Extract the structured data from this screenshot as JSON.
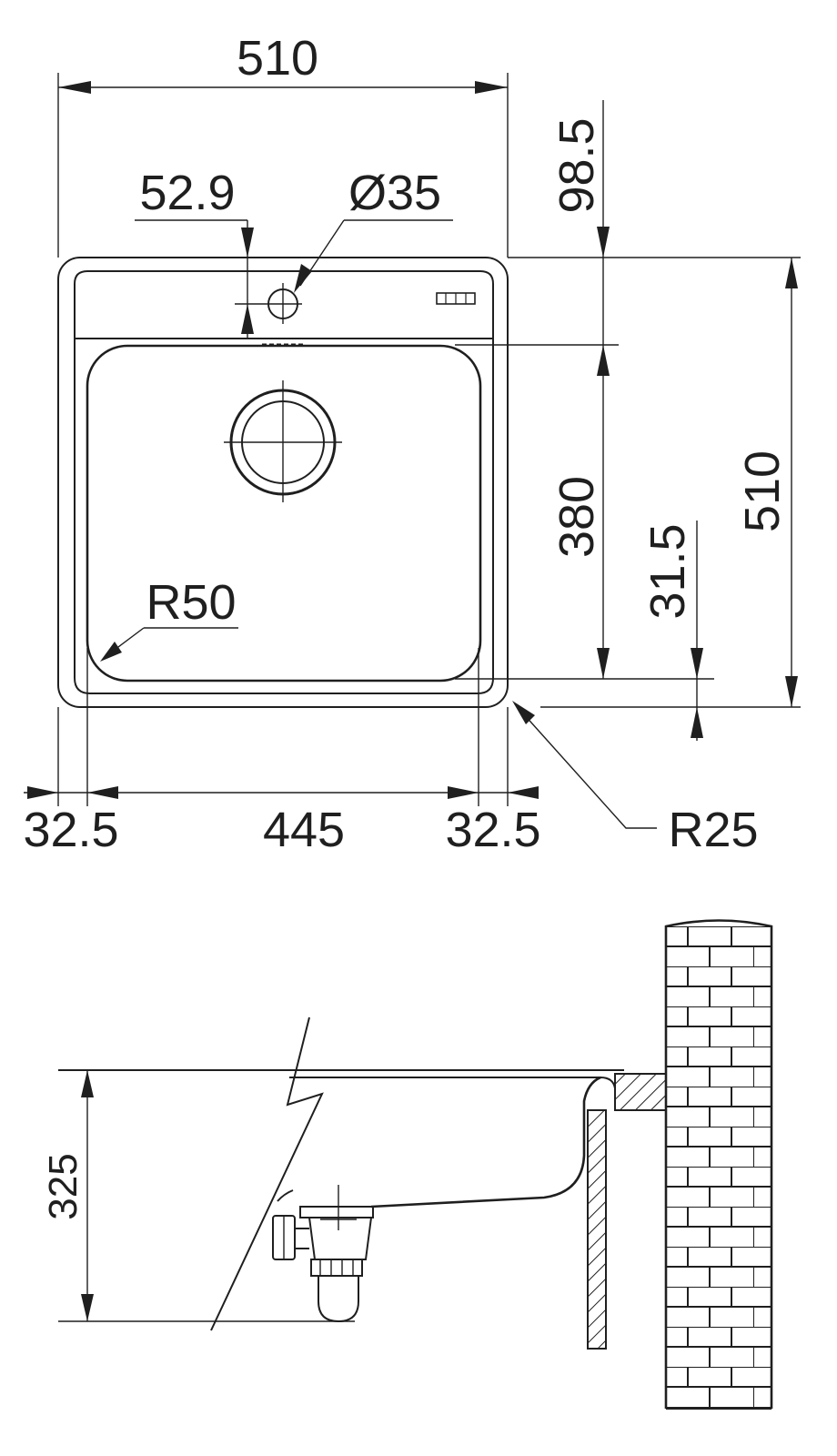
{
  "top_view": {
    "width_overall": "510",
    "height_overall": "510",
    "tap_hole_offset": "52.9",
    "tap_hole_diameter": "Ø35",
    "back_ledge_depth": "98.5",
    "bowl_depth": "380",
    "front_rim": "31.5",
    "left_rim": "32.5",
    "bowl_width": "445",
    "right_rim": "32.5",
    "bowl_corner_radius": "R50",
    "outer_corner_radius": "R25"
  },
  "side_view": {
    "depth_overall": "325"
  },
  "colors": {
    "line": "#1f1f1f",
    "background": "#ffffff"
  }
}
